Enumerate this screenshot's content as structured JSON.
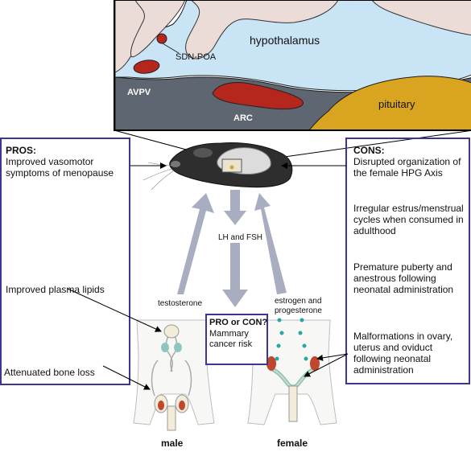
{
  "brain_labels": {
    "hypothalamus": "hypothalamus",
    "sdn_poa": "SDN-POA",
    "avpv": "AVPV",
    "arc": "ARC",
    "pituitary": "pituitary"
  },
  "pros": {
    "header": "PROS:",
    "items": [
      "Improved vasomotor symptoms of menopause",
      "Improved plasma lipids",
      "Attenuated bone loss"
    ]
  },
  "cons": {
    "header": "CONS:",
    "items": [
      "Disrupted organization of the female HPG Axis",
      "Irregular estrus/menstrual cycles when consumed in adulthood",
      "Premature puberty and anestrous following neonatal administration",
      "Malformations in ovary, uterus and oviduct following neonatal administration"
    ]
  },
  "center": {
    "lh_fsh": "LH and FSH",
    "testosterone": "testosterone",
    "estrogen": "estrogen and progesterone",
    "pro_con_title": "PRO or CON?",
    "pro_con_text": "Mammary cancer risk"
  },
  "figures": {
    "male": "male",
    "female": "female"
  },
  "colors": {
    "box_border": "#3b3790",
    "hypothalamus_fill": "#c9e4f4",
    "nucleus_red": "#b5261c",
    "pituitary_gold": "#d9a521",
    "arrow_gray": "#a9adc0"
  }
}
